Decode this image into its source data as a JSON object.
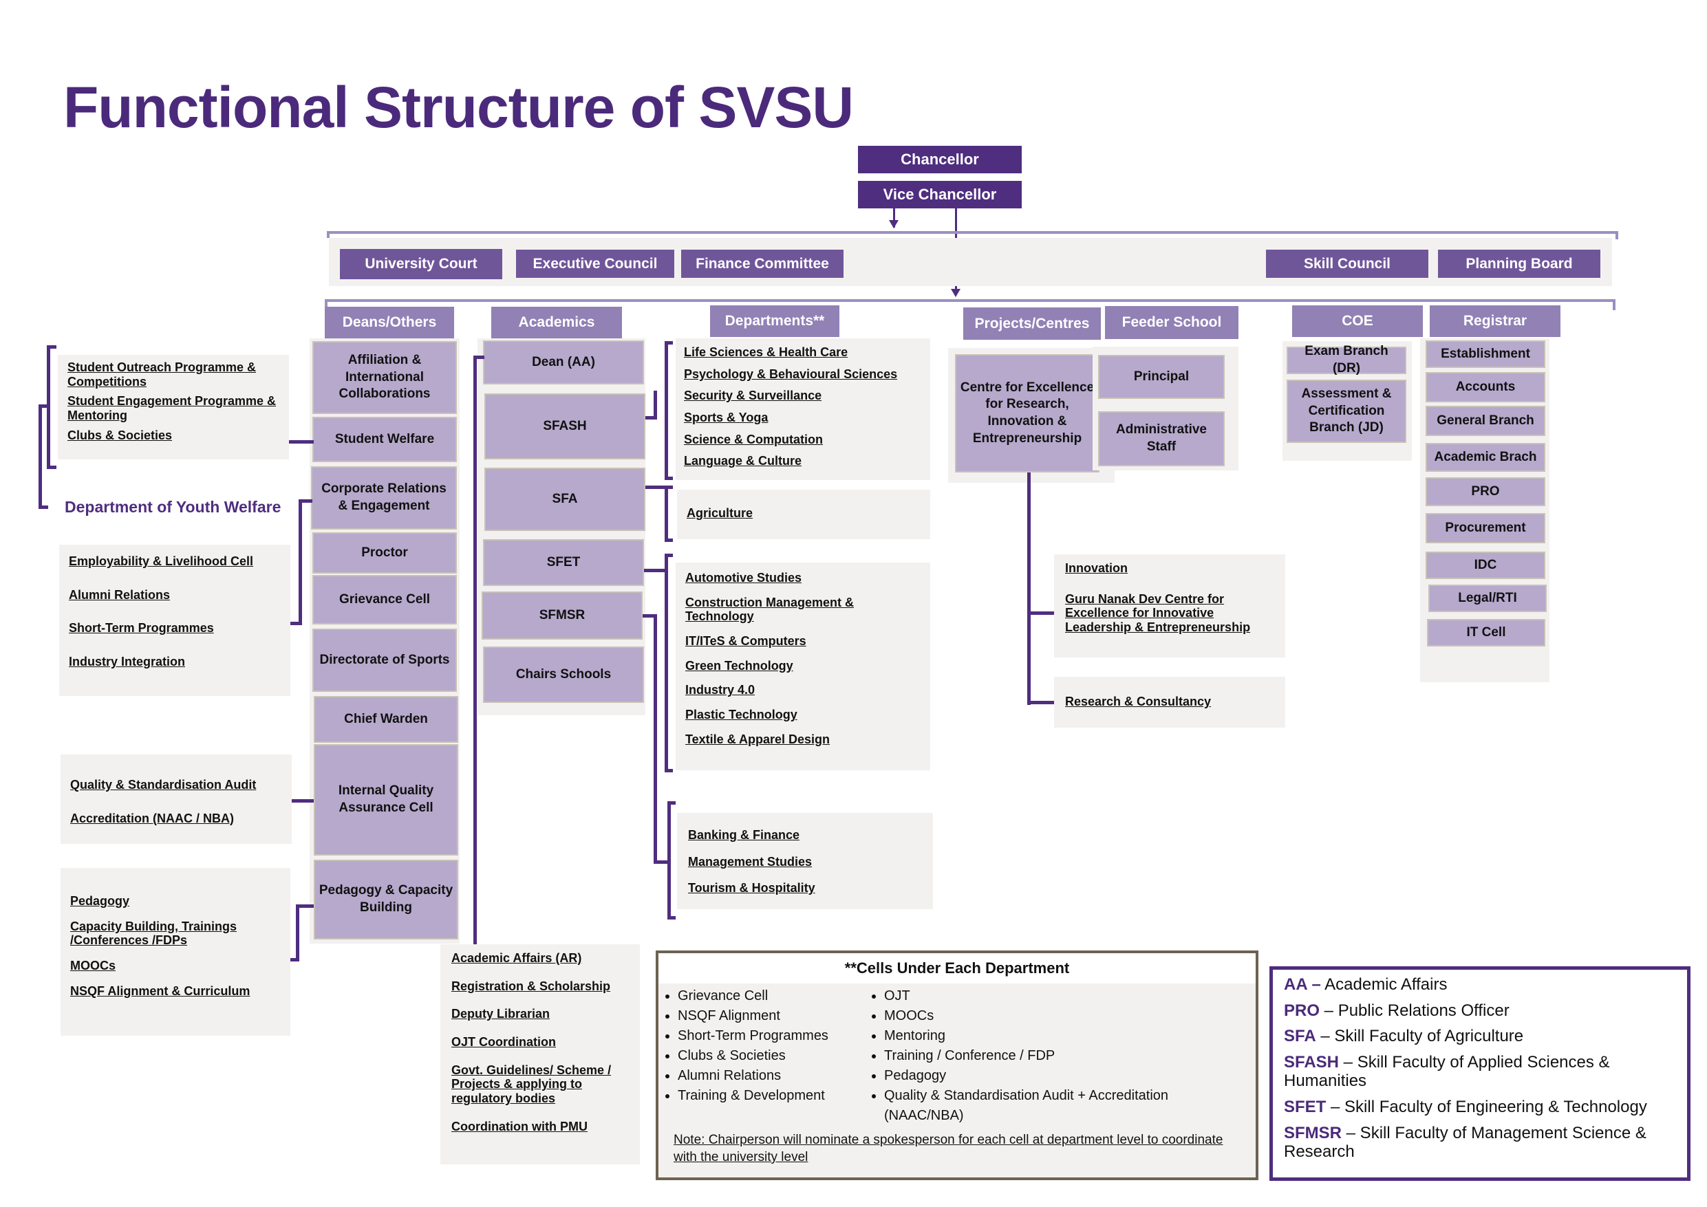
{
  "title": "Functional Structure of SVSU",
  "top": {
    "chancellor": "Chancellor",
    "vice_chancellor": "Vice Chancellor"
  },
  "bodies": [
    "University Court",
    "Executive Council",
    "Finance Committee",
    "Skill Council",
    "Planning Board"
  ],
  "headers": [
    "Deans/Others",
    "Academics",
    "Departments**",
    "Projects/Centres",
    "Feeder School",
    "COE",
    "Registrar"
  ],
  "deans": [
    "Affiliation & International Collaborations",
    "Student Welfare",
    "Corporate Relations & Engagement",
    "Proctor",
    "Grievance Cell",
    "Directorate of Sports",
    "Chief Warden",
    "Internal Quality Assurance Cell",
    "Pedagogy & Capacity Building"
  ],
  "student_welfare_items": [
    "Student Outreach Programme & Competitions",
    "Student Engagement Programme & Mentoring",
    "Clubs & Societies"
  ],
  "youth_welfare_label": "Department of Youth Welfare",
  "corporate_items": [
    "Employability & Livelihood Cell",
    "Alumni Relations",
    "Short-Term Programmes",
    "Industry Integration"
  ],
  "iqac_items": [
    "Quality & Standardisation Audit",
    "Accreditation (NAAC / NBA)"
  ],
  "pedagogy_items": [
    "Pedagogy",
    "Capacity Building, Trainings /Conferences /FDPs",
    "MOOCs",
    "NSQF Alignment & Curriculum"
  ],
  "academics": [
    "Dean (AA)",
    "SFASH",
    "SFA",
    "SFET",
    "SFMSR",
    "Chairs Schools"
  ],
  "dean_aa_items": [
    "Academic Affairs (AR)",
    "Registration & Scholarship",
    "Deputy Librarian",
    "OJT Coordination",
    "Govt. Guidelines/ Scheme / Projects & applying to regulatory bodies",
    "Coordination with PMU"
  ],
  "departments": {
    "sfash": [
      "Life Sciences & Health Care",
      "Psychology & Behavioural Sciences",
      "Security & Surveillance",
      "Sports & Yoga",
      "Science & Computation",
      "Language & Culture"
    ],
    "sfa": [
      "Agriculture"
    ],
    "sfet": [
      "Automotive Studies",
      "Construction Management & Technology",
      "IT/ITeS & Computers",
      "Green Technology",
      "Industry 4.0",
      "Plastic Technology",
      "Textile & Apparel Design"
    ],
    "sfmsr": [
      "Banking & Finance",
      "Management Studies",
      "Tourism & Hospitality"
    ]
  },
  "projects": {
    "centre": "Centre for Excellence for Research, Innovation & Entrepreneurship",
    "innovation_items": [
      "Innovation",
      "Guru Nanak Dev Centre for Excellence for Innovative Leadership & Entrepreneurship"
    ],
    "research": "Research & Consultancy"
  },
  "feeder": [
    "Principal",
    "Administrative Staff"
  ],
  "coe": [
    "Exam Branch (DR)",
    "Assessment & Certification Branch (JD)"
  ],
  "registrar": [
    "Establishment",
    "Accounts",
    "General Branch",
    "Academic Brach",
    "PRO",
    "Procurement",
    "IDC",
    "Legal/RTI",
    "IT Cell"
  ],
  "cells": {
    "title": "**Cells Under Each Department",
    "col1": [
      "Grievance Cell",
      "NSQF Alignment",
      "Short-Term Programmes",
      "Clubs & Societies",
      "Alumni Relations",
      "Training & Development"
    ],
    "col2": [
      "OJT",
      "MOOCs",
      "Mentoring",
      "Training / Conference / FDP",
      "Pedagogy",
      "Quality & Standardisation Audit + Accreditation (NAAC/NBA)"
    ],
    "note": "Note: Chairperson will nominate a spokesperson for each cell at department level to coordinate with the university level"
  },
  "legend": [
    {
      "abbr": "AA –",
      "full": " Academic Affairs"
    },
    {
      "abbr": "PRO",
      "full": " – Public Relations Officer"
    },
    {
      "abbr": "SFA",
      "full": " – Skill Faculty of Agriculture"
    },
    {
      "abbr": "SFASH",
      "full": " – Skill Faculty of Applied Sciences & Humanities"
    },
    {
      "abbr": "SFET",
      "full": " – Skill Faculty of Engineering & Technology"
    },
    {
      "abbr": "SFMSR",
      "full": " – Skill Faculty of Management Science & Research"
    }
  ]
}
